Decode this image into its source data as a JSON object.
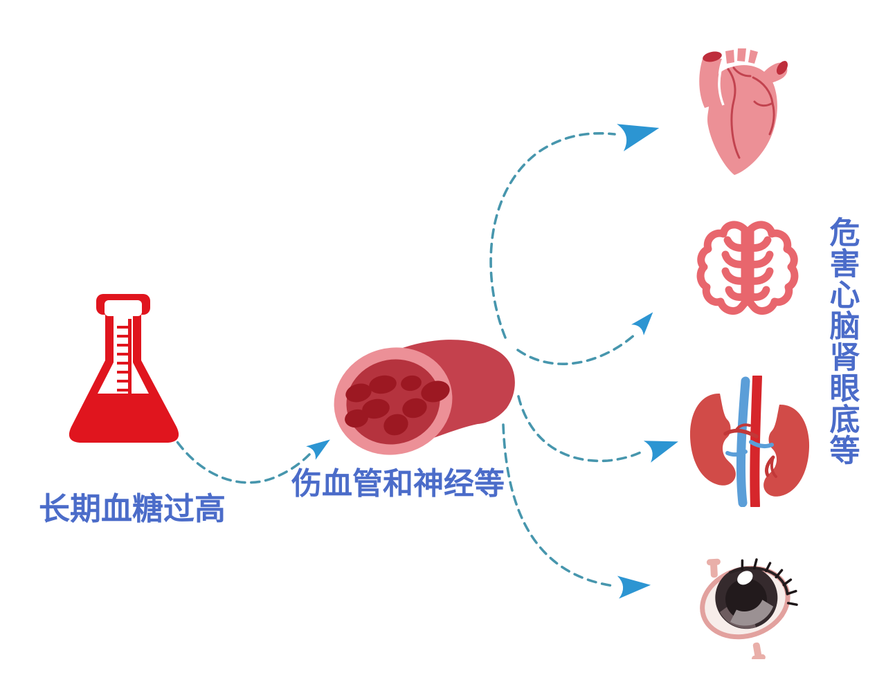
{
  "labels": {
    "cause": "长期血糖过高",
    "mechanism": "伤血管和神经等",
    "harm": "危害心脑肾眼底等"
  },
  "flow": [
    {
      "from": "flask",
      "to": "blood-vessel"
    },
    {
      "from": "blood-vessel",
      "to": "heart"
    },
    {
      "from": "blood-vessel",
      "to": "brain"
    },
    {
      "from": "blood-vessel",
      "to": "kidneys"
    },
    {
      "from": "blood-vessel",
      "to": "eye"
    }
  ],
  "icons": [
    {
      "name": "flask-icon",
      "depicts": "red erlenmeyer flask with graduation marks, filled"
    },
    {
      "name": "blood-vessel-icon",
      "depicts": "cut blood vessel cross-section with red blood cells"
    },
    {
      "name": "heart-icon",
      "depicts": "anatomical heart"
    },
    {
      "name": "brain-icon",
      "depicts": "brain line outline, two hemispheres"
    },
    {
      "name": "kidneys-icon",
      "depicts": "pair of kidneys with artery and vein"
    },
    {
      "name": "eye-icon",
      "depicts": "eyeball with lashes and muscle stubs"
    },
    {
      "name": "curved-dashed-arrow-icon",
      "depicts": "teal dashed curve with solid blue arrowhead"
    }
  ],
  "colors": {
    "background": "#FFFFFF",
    "label_blue": "#4B6CC9",
    "flask_red": "#E0151E",
    "vessel_body_red": "#C4414D",
    "vessel_rim_pink": "#EC9097",
    "vessel_lumen_red": "#B5333E",
    "blood_cell_red": "#9C1822",
    "heart_pink": "#EC9096",
    "heart_line_red": "#C2434F",
    "heart_stump_red": "#BE2E3C",
    "brain_coral": "#E8666D",
    "kidney_red": "#D14B48",
    "artery_red": "#D6262B",
    "vein_blue": "#5B9ED8",
    "eye_rim_pink": "#E2A19E",
    "iris_dark": "#352A2D",
    "arrow_dash_teal": "#4796AD",
    "arrow_head_blue": "#2C95D2"
  }
}
